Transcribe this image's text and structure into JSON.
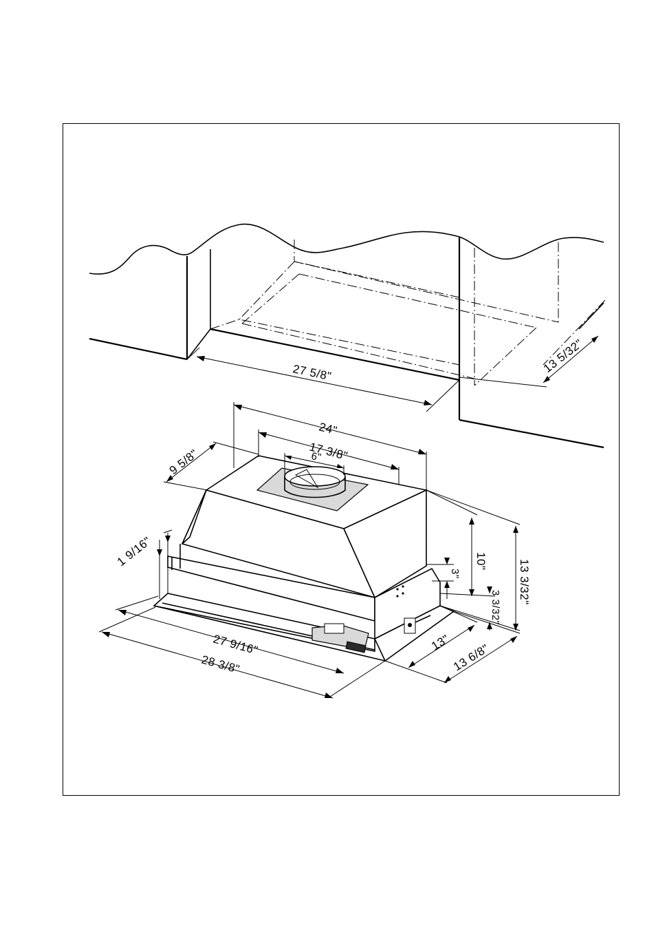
{
  "dimensions": {
    "cabinet_width": "27 5/8\"",
    "cabinet_depth": "13 5/32\"",
    "hood_top_width": "24\"",
    "hood_top_depth": "9 5/8\"",
    "collar_plate_width": "17 3/8\"",
    "duct_diameter": "6\"",
    "frame_lip": "1 9/16\"",
    "liner_width": "27 9/16\"",
    "overall_width": "28 3/8\"",
    "body_height": "10\"",
    "overall_height": "13 3/32\"",
    "filter_height": "3\"",
    "frame_height": "3 3/32\"",
    "liner_depth": "13\"",
    "overall_depth": "13 6/8\""
  }
}
